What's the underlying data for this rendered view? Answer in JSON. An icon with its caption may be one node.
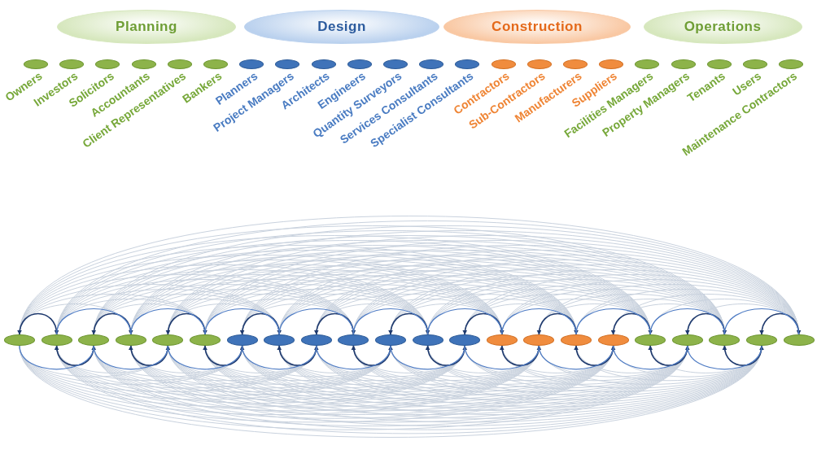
{
  "diagram": {
    "nodes": [
      {
        "text": [
          "Planning"
        ]
      },
      {
        "text": [
          "Design"
        ]
      },
      {
        "text": [
          "Construction"
        ]
      },
      {
        "text": [
          "Operations"
        ]
      },
      {
        "text": [
          "Owners"
        ]
      },
      {
        "text": [
          "Investors"
        ]
      },
      {
        "text": [
          "Solicitors"
        ]
      },
      {
        "text": [
          "Accountants"
        ]
      },
      {
        "text": [
          "Client Representatives"
        ]
      },
      {
        "text": [
          "Bankers"
        ]
      },
      {
        "text": [
          "Planners"
        ]
      },
      {
        "text": [
          "Project Managers"
        ]
      },
      {
        "text": [
          "Architects"
        ]
      },
      {
        "text": [
          "Engineers"
        ]
      },
      {
        "text": [
          "Quantity Surveyors"
        ]
      },
      {
        "text": [
          "Services Consultants"
        ]
      },
      {
        "text": [
          "Specialist Consultants"
        ]
      },
      {
        "text": [
          "Contractors"
        ]
      },
      {
        "text": [
          "Sub-Contractors"
        ]
      },
      {
        "text": [
          "Manufacturers"
        ]
      },
      {
        "text": [
          "Suppliers"
        ]
      },
      {
        "text": [
          "Facilities Managers"
        ]
      },
      {
        "text": [
          "Property Managers"
        ]
      },
      {
        "text": [
          "Tenants"
        ]
      },
      {
        "text": [
          "Users"
        ]
      },
      {
        "text": [
          "Maintenance Contractors"
        ]
      },
      {
        "text": [],
        "shape": "ellipse"
      },
      {
        "text": [],
        "shape": "ellipse"
      },
      {
        "text": [],
        "shape": "ellipse"
      },
      {
        "text": [],
        "shape": "ellipse"
      },
      {
        "text": [],
        "shape": "ellipse"
      },
      {
        "text": [],
        "shape": "ellipse"
      },
      {
        "text": [],
        "shape": "ellipse"
      },
      {
        "text": [],
        "shape": "ellipse"
      },
      {
        "text": [],
        "shape": "ellipse"
      },
      {
        "text": [],
        "shape": "ellipse"
      },
      {
        "text": [],
        "shape": "ellipse"
      },
      {
        "text": [],
        "shape": "ellipse"
      },
      {
        "text": [],
        "shape": "ellipse"
      },
      {
        "text": [],
        "shape": "ellipse"
      },
      {
        "text": [],
        "shape": "ellipse"
      },
      {
        "text": [],
        "shape": "ellipse"
      },
      {
        "text": [],
        "shape": "ellipse"
      },
      {
        "text": [],
        "shape": "ellipse"
      },
      {
        "text": [],
        "shape": "ellipse"
      },
      {
        "text": [],
        "shape": "ellipse"
      },
      {
        "text": [],
        "shape": "ellipse"
      },
      {
        "text": [],
        "shape": "ellipse"
      }
    ],
    "edges": [
      {
        "from": 26,
        "to": 27,
        "arrow": "both",
        "color": "#1f3a6e"
      },
      {
        "from": 27,
        "to": 28,
        "arrow": "both",
        "color": "#1f3a6e"
      },
      {
        "from": 28,
        "to": 29,
        "arrow": "both",
        "color": "#1f3a6e"
      },
      {
        "from": 29,
        "to": 30,
        "arrow": "both",
        "color": "#1f3a6e"
      },
      {
        "from": 30,
        "to": 31,
        "arrow": "both",
        "color": "#1f3a6e"
      },
      {
        "from": 31,
        "to": 32,
        "arrow": "both",
        "color": "#1f3a6e"
      },
      {
        "from": 32,
        "to": 33,
        "arrow": "both",
        "color": "#1f3a6e"
      },
      {
        "from": 33,
        "to": 34,
        "arrow": "both",
        "color": "#1f3a6e"
      },
      {
        "from": 34,
        "to": 35,
        "arrow": "both",
        "color": "#1f3a6e"
      },
      {
        "from": 35,
        "to": 36,
        "arrow": "both",
        "color": "#1f3a6e"
      },
      {
        "from": 36,
        "to": 37,
        "arrow": "both",
        "color": "#1f3a6e"
      },
      {
        "from": 37,
        "to": 38,
        "arrow": "both",
        "color": "#1f3a6e"
      },
      {
        "from": 38,
        "to": 39,
        "arrow": "both",
        "color": "#1f3a6e"
      },
      {
        "from": 39,
        "to": 40,
        "arrow": "both",
        "color": "#1f3a6e"
      },
      {
        "from": 40,
        "to": 41,
        "arrow": "both",
        "color": "#1f3a6e"
      },
      {
        "from": 41,
        "to": 42,
        "arrow": "both",
        "color": "#1f3a6e"
      },
      {
        "from": 42,
        "to": 43,
        "arrow": "both",
        "color": "#1f3a6e"
      },
      {
        "from": 43,
        "to": 44,
        "arrow": "both",
        "color": "#1f3a6e"
      },
      {
        "from": 44,
        "to": 45,
        "arrow": "both",
        "color": "#1f3a6e"
      },
      {
        "from": 45,
        "to": 46,
        "arrow": "both",
        "color": "#1f3a6e"
      },
      {
        "from": 46,
        "to": 47,
        "arrow": "both",
        "color": "#1f3a6e"
      },
      {
        "from": 26,
        "to": 28,
        "arrow": "none",
        "color": "#4f7cc4"
      },
      {
        "from": 27,
        "to": 29,
        "arrow": "none",
        "color": "#4f7cc4"
      },
      {
        "from": 28,
        "to": 30,
        "arrow": "none",
        "color": "#4f7cc4"
      },
      {
        "from": 29,
        "to": 31,
        "arrow": "none",
        "color": "#4f7cc4"
      },
      {
        "from": 30,
        "to": 32,
        "arrow": "none",
        "color": "#4f7cc4"
      },
      {
        "from": 31,
        "to": 33,
        "arrow": "none",
        "color": "#4f7cc4"
      },
      {
        "from": 32,
        "to": 34,
        "arrow": "none",
        "color": "#4f7cc4"
      },
      {
        "from": 33,
        "to": 35,
        "arrow": "none",
        "color": "#4f7cc4"
      },
      {
        "from": 34,
        "to": 36,
        "arrow": "none",
        "color": "#4f7cc4"
      },
      {
        "from": 35,
        "to": 37,
        "arrow": "none",
        "color": "#4f7cc4"
      },
      {
        "from": 36,
        "to": 38,
        "arrow": "none",
        "color": "#4f7cc4"
      },
      {
        "from": 37,
        "to": 39,
        "arrow": "none",
        "color": "#4f7cc4"
      },
      {
        "from": 38,
        "to": 40,
        "arrow": "none",
        "color": "#4f7cc4"
      },
      {
        "from": 39,
        "to": 41,
        "arrow": "none",
        "color": "#4f7cc4"
      },
      {
        "from": 40,
        "to": 42,
        "arrow": "none",
        "color": "#4f7cc4"
      },
      {
        "from": 41,
        "to": 43,
        "arrow": "none",
        "color": "#4f7cc4"
      },
      {
        "from": 42,
        "to": 44,
        "arrow": "none",
        "color": "#4f7cc4"
      },
      {
        "from": 43,
        "to": 45,
        "arrow": "none",
        "color": "#4f7cc4"
      },
      {
        "from": 44,
        "to": 46,
        "arrow": "none",
        "color": "#4f7cc4"
      },
      {
        "from": 45,
        "to": 47,
        "arrow": "none",
        "color": "#4f7cc4"
      },
      {
        "from": 26,
        "to": 29,
        "arrow": "none"
      },
      {
        "from": 27,
        "to": 30,
        "arrow": "none"
      },
      {
        "from": 28,
        "to": 31,
        "arrow": "none"
      },
      {
        "from": 29,
        "to": 32,
        "arrow": "none"
      },
      {
        "from": 30,
        "to": 33,
        "arrow": "none"
      },
      {
        "from": 31,
        "to": 34,
        "arrow": "none"
      },
      {
        "from": 32,
        "to": 35,
        "arrow": "none"
      },
      {
        "from": 33,
        "to": 36,
        "arrow": "none"
      },
      {
        "from": 34,
        "to": 37,
        "arrow": "none"
      },
      {
        "from": 35,
        "to": 38,
        "arrow": "none"
      },
      {
        "from": 36,
        "to": 39,
        "arrow": "none"
      },
      {
        "from": 37,
        "to": 40,
        "arrow": "none"
      },
      {
        "from": 38,
        "to": 41,
        "arrow": "none"
      },
      {
        "from": 39,
        "to": 42,
        "arrow": "none"
      },
      {
        "from": 40,
        "to": 43,
        "arrow": "none"
      },
      {
        "from": 41,
        "to": 44,
        "arrow": "none"
      },
      {
        "from": 42,
        "to": 45,
        "arrow": "none"
      },
      {
        "from": 43,
        "to": 46,
        "arrow": "none"
      },
      {
        "from": 44,
        "to": 47,
        "arrow": "none"
      },
      {
        "from": 26,
        "to": 30,
        "arrow": "none"
      },
      {
        "from": 27,
        "to": 31,
        "arrow": "none"
      },
      {
        "from": 28,
        "to": 32,
        "arrow": "none"
      },
      {
        "from": 29,
        "to": 33,
        "arrow": "none"
      },
      {
        "from": 30,
        "to": 34,
        "arrow": "none"
      },
      {
        "from": 31,
        "to": 35,
        "arrow": "none"
      },
      {
        "from": 32,
        "to": 36,
        "arrow": "none"
      },
      {
        "from": 33,
        "to": 37,
        "arrow": "none"
      },
      {
        "from": 34,
        "to": 38,
        "arrow": "none"
      },
      {
        "from": 35,
        "to": 39,
        "arrow": "none"
      },
      {
        "from": 36,
        "to": 40,
        "arrow": "none"
      },
      {
        "from": 37,
        "to": 41,
        "arrow": "none"
      },
      {
        "from": 38,
        "to": 42,
        "arrow": "none"
      },
      {
        "from": 39,
        "to": 43,
        "arrow": "none"
      },
      {
        "from": 40,
        "to": 44,
        "arrow": "none"
      },
      {
        "from": 41,
        "to": 45,
        "arrow": "none"
      },
      {
        "from": 42,
        "to": 46,
        "arrow": "none"
      },
      {
        "from": 43,
        "to": 47,
        "arrow": "none"
      },
      {
        "from": 26,
        "to": 31,
        "arrow": "none"
      },
      {
        "from": 27,
        "to": 32,
        "arrow": "none"
      },
      {
        "from": 28,
        "to": 33,
        "arrow": "none"
      },
      {
        "from": 29,
        "to": 34,
        "arrow": "none"
      },
      {
        "from": 30,
        "to": 35,
        "arrow": "none"
      },
      {
        "from": 31,
        "to": 36,
        "arrow": "none"
      },
      {
        "from": 32,
        "to": 37,
        "arrow": "none"
      },
      {
        "from": 33,
        "to": 38,
        "arrow": "none"
      },
      {
        "from": 34,
        "to": 39,
        "arrow": "none"
      },
      {
        "from": 35,
        "to": 40,
        "arrow": "none"
      },
      {
        "from": 36,
        "to": 41,
        "arrow": "none"
      },
      {
        "from": 37,
        "to": 42,
        "arrow": "none"
      },
      {
        "from": 38,
        "to": 43,
        "arrow": "none"
      },
      {
        "from": 39,
        "to": 44,
        "arrow": "none"
      },
      {
        "from": 40,
        "to": 45,
        "arrow": "none"
      },
      {
        "from": 41,
        "to": 46,
        "arrow": "none"
      },
      {
        "from": 42,
        "to": 47,
        "arrow": "none"
      },
      {
        "from": 26,
        "to": 32,
        "arrow": "none"
      },
      {
        "from": 27,
        "to": 33,
        "arrow": "none"
      },
      {
        "from": 28,
        "to": 34,
        "arrow": "none"
      },
      {
        "from": 29,
        "to": 35,
        "arrow": "none"
      },
      {
        "from": 30,
        "to": 36,
        "arrow": "none"
      },
      {
        "from": 31,
        "to": 37,
        "arrow": "none"
      },
      {
        "from": 32,
        "to": 38,
        "arrow": "none"
      },
      {
        "from": 33,
        "to": 39,
        "arrow": "none"
      },
      {
        "from": 34,
        "to": 40,
        "arrow": "none"
      },
      {
        "from": 35,
        "to": 41,
        "arrow": "none"
      },
      {
        "from": 36,
        "to": 42,
        "arrow": "none"
      },
      {
        "from": 37,
        "to": 43,
        "arrow": "none"
      },
      {
        "from": 38,
        "to": 44,
        "arrow": "none"
      },
      {
        "from": 39,
        "to": 45,
        "arrow": "none"
      },
      {
        "from": 40,
        "to": 46,
        "arrow": "none"
      },
      {
        "from": 41,
        "to": 47,
        "arrow": "none"
      },
      {
        "from": 26,
        "to": 33,
        "arrow": "none"
      },
      {
        "from": 27,
        "to": 34,
        "arrow": "none"
      },
      {
        "from": 28,
        "to": 35,
        "arrow": "none"
      },
      {
        "from": 29,
        "to": 36,
        "arrow": "none"
      },
      {
        "from": 30,
        "to": 37,
        "arrow": "none"
      },
      {
        "from": 31,
        "to": 38,
        "arrow": "none"
      },
      {
        "from": 32,
        "to": 39,
        "arrow": "none"
      },
      {
        "from": 33,
        "to": 40,
        "arrow": "none"
      },
      {
        "from": 34,
        "to": 41,
        "arrow": "none"
      },
      {
        "from": 35,
        "to": 42,
        "arrow": "none"
      },
      {
        "from": 36,
        "to": 43,
        "arrow": "none"
      },
      {
        "from": 37,
        "to": 44,
        "arrow": "none"
      },
      {
        "from": 38,
        "to": 45,
        "arrow": "none"
      },
      {
        "from": 39,
        "to": 46,
        "arrow": "none"
      },
      {
        "from": 40,
        "to": 47,
        "arrow": "none"
      },
      {
        "from": 26,
        "to": 34,
        "arrow": "none"
      },
      {
        "from": 27,
        "to": 35,
        "arrow": "none"
      },
      {
        "from": 28,
        "to": 36,
        "arrow": "none"
      },
      {
        "from": 29,
        "to": 37,
        "arrow": "none"
      },
      {
        "from": 30,
        "to": 38,
        "arrow": "none"
      },
      {
        "from": 31,
        "to": 39,
        "arrow": "none"
      },
      {
        "from": 32,
        "to": 40,
        "arrow": "none"
      },
      {
        "from": 33,
        "to": 41,
        "arrow": "none"
      },
      {
        "from": 34,
        "to": 42,
        "arrow": "none"
      },
      {
        "from": 35,
        "to": 43,
        "arrow": "none"
      },
      {
        "from": 36,
        "to": 44,
        "arrow": "none"
      },
      {
        "from": 37,
        "to": 45,
        "arrow": "none"
      },
      {
        "from": 38,
        "to": 46,
        "arrow": "none"
      },
      {
        "from": 39,
        "to": 47,
        "arrow": "none"
      },
      {
        "from": 26,
        "to": 35,
        "arrow": "none"
      },
      {
        "from": 27,
        "to": 36,
        "arrow": "none"
      },
      {
        "from": 28,
        "to": 37,
        "arrow": "none"
      },
      {
        "from": 29,
        "to": 38,
        "arrow": "none"
      },
      {
        "from": 30,
        "to": 39,
        "arrow": "none"
      },
      {
        "from": 31,
        "to": 40,
        "arrow": "none"
      },
      {
        "from": 32,
        "to": 41,
        "arrow": "none"
      },
      {
        "from": 33,
        "to": 42,
        "arrow": "none"
      },
      {
        "from": 34,
        "to": 43,
        "arrow": "none"
      },
      {
        "from": 35,
        "to": 44,
        "arrow": "none"
      },
      {
        "from": 36,
        "to": 45,
        "arrow": "none"
      },
      {
        "from": 37,
        "to": 46,
        "arrow": "none"
      },
      {
        "from": 38,
        "to": 47,
        "arrow": "none"
      },
      {
        "from": 26,
        "to": 36,
        "arrow": "none"
      },
      {
        "from": 27,
        "to": 37,
        "arrow": "none"
      },
      {
        "from": 28,
        "to": 38,
        "arrow": "none"
      },
      {
        "from": 29,
        "to": 39,
        "arrow": "none"
      },
      {
        "from": 30,
        "to": 40,
        "arrow": "none"
      },
      {
        "from": 31,
        "to": 41,
        "arrow": "none"
      },
      {
        "from": 32,
        "to": 42,
        "arrow": "none"
      },
      {
        "from": 33,
        "to": 43,
        "arrow": "none"
      },
      {
        "from": 34,
        "to": 44,
        "arrow": "none"
      },
      {
        "from": 35,
        "to": 45,
        "arrow": "none"
      },
      {
        "from": 36,
        "to": 46,
        "arrow": "none"
      },
      {
        "from": 37,
        "to": 47,
        "arrow": "none"
      },
      {
        "from": 26,
        "to": 37,
        "arrow": "none"
      },
      {
        "from": 27,
        "to": 38,
        "arrow": "none"
      },
      {
        "from": 28,
        "to": 39,
        "arrow": "none"
      },
      {
        "from": 29,
        "to": 40,
        "arrow": "none"
      },
      {
        "from": 30,
        "to": 41,
        "arrow": "none"
      },
      {
        "from": 31,
        "to": 42,
        "arrow": "none"
      },
      {
        "from": 32,
        "to": 43,
        "arrow": "none"
      },
      {
        "from": 33,
        "to": 44,
        "arrow": "none"
      },
      {
        "from": 34,
        "to": 45,
        "arrow": "none"
      },
      {
        "from": 35,
        "to": 46,
        "arrow": "none"
      },
      {
        "from": 36,
        "to": 47,
        "arrow": "none"
      },
      {
        "from": 26,
        "to": 38,
        "arrow": "none"
      },
      {
        "from": 27,
        "to": 39,
        "arrow": "none"
      },
      {
        "from": 28,
        "to": 40,
        "arrow": "none"
      },
      {
        "from": 29,
        "to": 41,
        "arrow": "none"
      },
      {
        "from": 30,
        "to": 42,
        "arrow": "none"
      },
      {
        "from": 31,
        "to": 43,
        "arrow": "none"
      },
      {
        "from": 32,
        "to": 44,
        "arrow": "none"
      },
      {
        "from": 33,
        "to": 45,
        "arrow": "none"
      },
      {
        "from": 34,
        "to": 46,
        "arrow": "none"
      },
      {
        "from": 35,
        "to": 47,
        "arrow": "none"
      },
      {
        "from": 26,
        "to": 39,
        "arrow": "none"
      },
      {
        "from": 27,
        "to": 40,
        "arrow": "none"
      },
      {
        "from": 28,
        "to": 41,
        "arrow": "none"
      },
      {
        "from": 29,
        "to": 42,
        "arrow": "none"
      },
      {
        "from": 30,
        "to": 43,
        "arrow": "none"
      },
      {
        "from": 31,
        "to": 44,
        "arrow": "none"
      },
      {
        "from": 32,
        "to": 45,
        "arrow": "none"
      },
      {
        "from": 33,
        "to": 46,
        "arrow": "none"
      },
      {
        "from": 34,
        "to": 47,
        "arrow": "none"
      },
      {
        "from": 26,
        "to": 40,
        "arrow": "none"
      },
      {
        "from": 27,
        "to": 41,
        "arrow": "none"
      },
      {
        "from": 28,
        "to": 42,
        "arrow": "none"
      },
      {
        "from": 29,
        "to": 43,
        "arrow": "none"
      },
      {
        "from": 30,
        "to": 44,
        "arrow": "none"
      },
      {
        "from": 31,
        "to": 45,
        "arrow": "none"
      },
      {
        "from": 32,
        "to": 46,
        "arrow": "none"
      },
      {
        "from": 33,
        "to": 47,
        "arrow": "none"
      },
      {
        "from": 26,
        "to": 41,
        "arrow": "none"
      },
      {
        "from": 27,
        "to": 42,
        "arrow": "none"
      },
      {
        "from": 28,
        "to": 43,
        "arrow": "none"
      },
      {
        "from": 29,
        "to": 44,
        "arrow": "none"
      },
      {
        "from": 30,
        "to": 45,
        "arrow": "none"
      },
      {
        "from": 31,
        "to": 46,
        "arrow": "none"
      },
      {
        "from": 32,
        "to": 47,
        "arrow": "none"
      },
      {
        "from": 26,
        "to": 42,
        "arrow": "none"
      },
      {
        "from": 27,
        "to": 43,
        "arrow": "none"
      },
      {
        "from": 28,
        "to": 44,
        "arrow": "none"
      },
      {
        "from": 29,
        "to": 45,
        "arrow": "none"
      },
      {
        "from": 30,
        "to": 46,
        "arrow": "none"
      },
      {
        "from": 31,
        "to": 47,
        "arrow": "none"
      },
      {
        "from": 26,
        "to": 43,
        "arrow": "none"
      },
      {
        "from": 27,
        "to": 44,
        "arrow": "none"
      },
      {
        "from": 28,
        "to": 45,
        "arrow": "none"
      },
      {
        "from": 29,
        "to": 46,
        "arrow": "none"
      },
      {
        "from": 30,
        "to": 47,
        "arrow": "none"
      },
      {
        "from": 26,
        "to": 44,
        "arrow": "none"
      },
      {
        "from": 27,
        "to": 45,
        "arrow": "none"
      },
      {
        "from": 28,
        "to": 46,
        "arrow": "none"
      },
      {
        "from": 29,
        "to": 47,
        "arrow": "none"
      },
      {
        "from": 26,
        "to": 45,
        "arrow": "none"
      },
      {
        "from": 27,
        "to": 46,
        "arrow": "none"
      },
      {
        "from": 28,
        "to": 47,
        "arrow": "none"
      },
      {
        "from": 26,
        "to": 46,
        "arrow": "none"
      },
      {
        "from": 27,
        "to": 47,
        "arrow": "none"
      },
      {
        "from": 26,
        "to": 47,
        "arrow": "none"
      }
    ]
  }
}
